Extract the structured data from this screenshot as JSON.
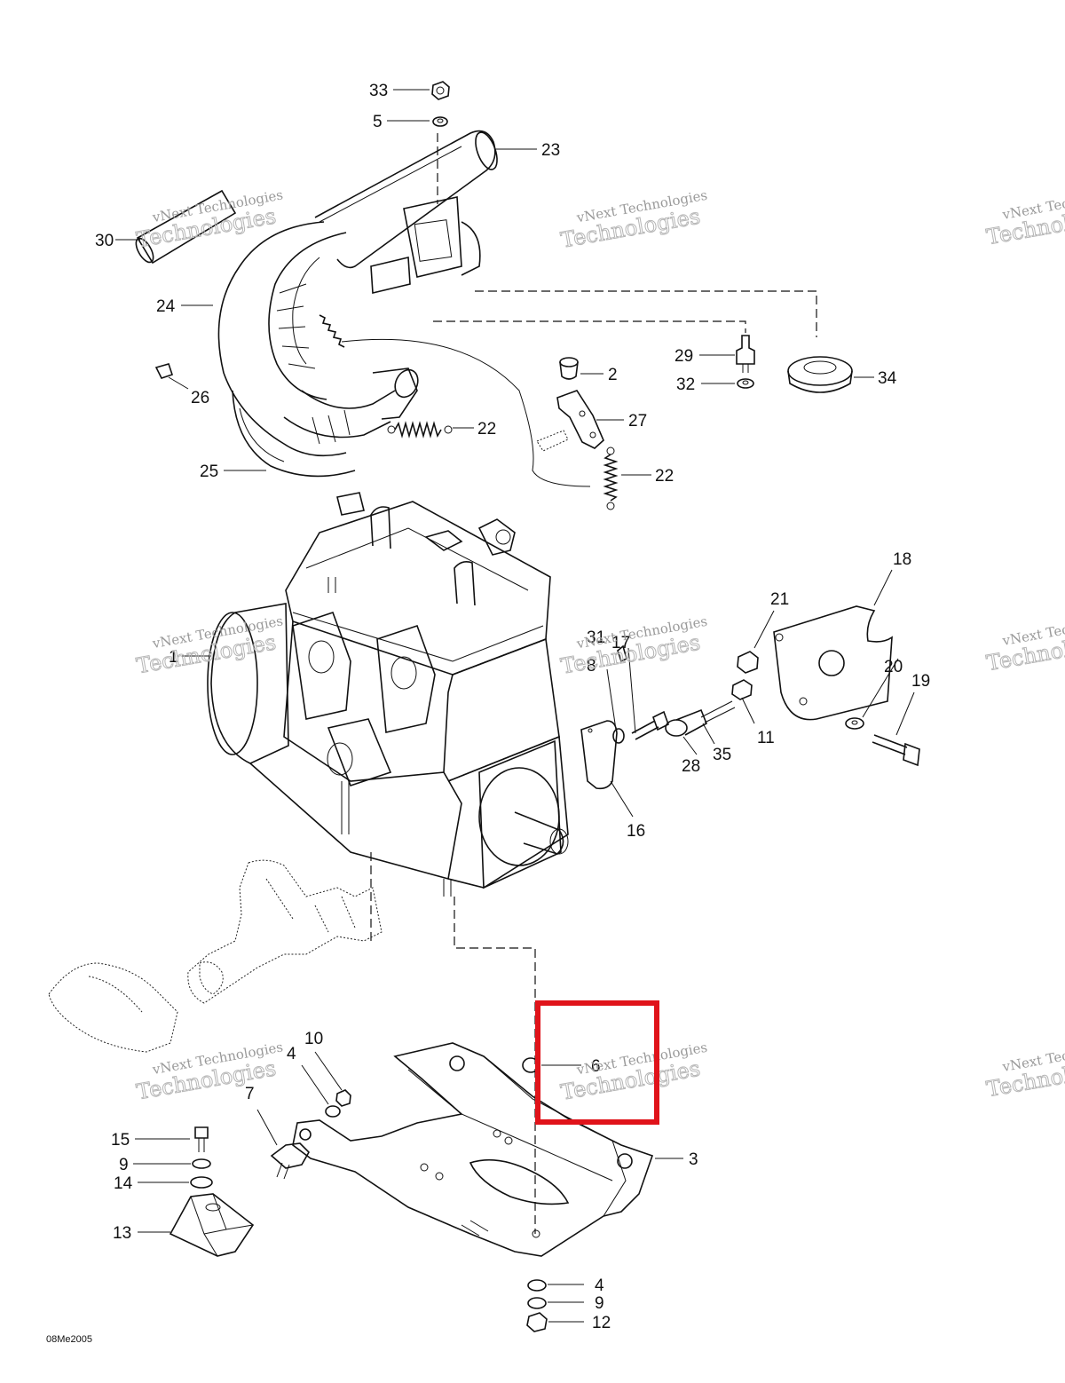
{
  "diagram": {
    "code": "08Me2005",
    "watermark": {
      "line1": "vNext Technologies",
      "line2": "Technologies"
    },
    "highlight_color": "#e0131a",
    "callouts": [
      "33",
      "5",
      "23",
      "30",
      "24",
      "2",
      "29",
      "32",
      "34",
      "26",
      "27",
      "22",
      "22",
      "25",
      "18",
      "21",
      "1",
      "31",
      "17",
      "8",
      "20",
      "19",
      "11",
      "28",
      "35",
      "16",
      "10",
      "4",
      "6",
      "7",
      "15",
      "3",
      "9",
      "14",
      "13",
      "4",
      "9",
      "12"
    ]
  }
}
